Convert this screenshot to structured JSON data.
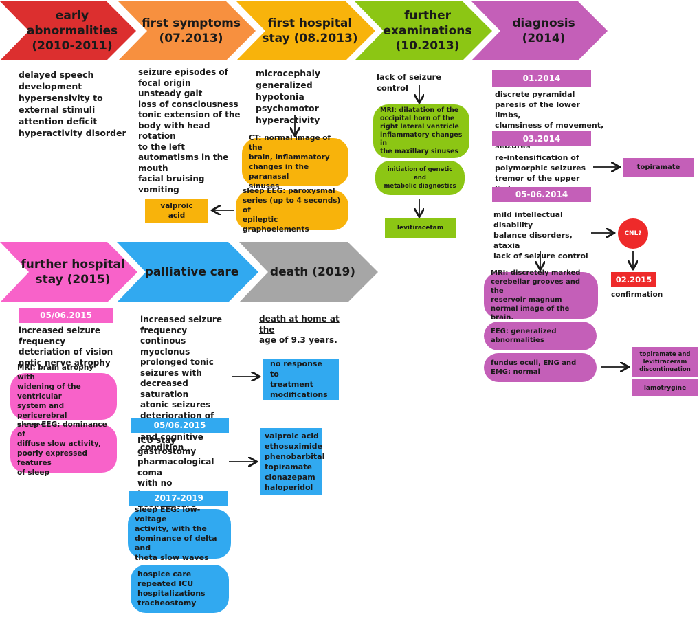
{
  "colors": {
    "red": "#dc2f2f",
    "orange": "#f7903f",
    "yellow": "#f8b30b",
    "green": "#8cc614",
    "purple": "#c45fb8",
    "pink": "#f862c9",
    "blue": "#31a9f0",
    "grey": "#a6a6a6",
    "box_yellow": "#f8b30b",
    "box_green": "#8cc614",
    "box_purple": "#c45fb8",
    "box_pink": "#f862c9",
    "box_blue": "#31a9f0",
    "cnl_red": "#ee2a2a"
  },
  "stages": {
    "early": "early abnormalities (2010-2011)",
    "first_symptoms": "first symptoms (07.2013)",
    "first_hospital": "first hospital stay (08.2013)",
    "further_exam": "further examinations (10.2013)",
    "diagnosis": "diagnosis (2014)",
    "further_hospital": "further hospital stay (2015)",
    "palliative": "palliative care",
    "death": "death (2019)"
  },
  "early": {
    "text": "delayed speech\ndevelopment\nhypersensivity to\nexternal stimuli\nattention deficit\nhyperactivity disorder"
  },
  "first_symptoms": {
    "text": "seizure episodes of\nfocal origin\nunsteady gait\nloss of consciousness\ntonic extension of the\nbody with head rotation\nto the left\nautomatisms in the\nmouth\nfacial bruising\nvomiting",
    "treatment": "valproic acid"
  },
  "first_hospital": {
    "text": "microcephaly\ngeneralized hypotonia\npsychomotor\nhyperactivity",
    "ct": "CT: normal image of the\nbrain, inflammatory\nchanges in the paranasal\nsinuses",
    "eeg": "sleep EEG: paroxysmal\nseries (up to 4 seconds) of\nepileptic graphoelements"
  },
  "further_exam": {
    "text": "lack of seizure control",
    "mri": "MRI: dilatation of the\noccipital horn of the\nright lateral ventricle\ninflammatory changes in\nthe maxillary sinuses",
    "genetic": "initiation of genetic and\nmetabolic diagnostics",
    "treatment": "levitiracetam"
  },
  "diagnosis": {
    "h1": "01.2014",
    "t1": "discrete pyramidal\nparesis of the lower limbs,\nclumsiness of movement,\n2-month break in seizures",
    "h2": "03.2014",
    "t2": "re-intensification of\npolymorphic seizures\ntremor of the upper limbs",
    "tx1": "topiramate",
    "h3": "05-06.2014",
    "t3": "mild intellectual disability\nbalance disorders,\nataxia\nlack of seizure control",
    "cnl": "CNL?",
    "confirm_date": "02.2015",
    "confirm": "confirmation",
    "mri": "MRI: discretely marked\ncerebellar grooves and the\nreservoir magnum\nnormal image of the brain.",
    "eeg": "EEG: generalized\nabnormalities",
    "fundus": "fundus oculi, ENG and\nEMG: normal",
    "tx2": "topiramate and\nlevitiraceram\ndiscontinuation",
    "tx3": "lamotrygine"
  },
  "further_hospital": {
    "h1": "05/06.2015",
    "text": "increased seizure\nfrequency\ndeteriation of vision\noptic nerve atrophy",
    "mri": "MRI: brain atrophy with\nwidening of the ventricular\nsystem and pericerebral\nspaces",
    "eeg": "sleep EEG: dominance of\ndiffuse slow activity,\npoorly expressed features\nof sleep"
  },
  "palliative": {
    "text": "increased seizure\nfrequency\ncontinous myoclonus\nprolonged tonic\nseizures with\ndecreased saturation\natonic seizures\ndeterioration of motor\nand cognitive condition",
    "no_response": "no response to\ntreatment\nmodifications",
    "h1": "05/06.2015",
    "t1": "ICU stay\ngastrostomy\npharmacological coma\nwith no improvement\nhospice care",
    "drugs": "valproic acid\nethosuximide\nphenobarbital\ntopiramate\nclonazepam\nhaloperidol",
    "h2": "2017-2019",
    "eeg": "sleep EEG: low-voltage\nactivity, with the\ndominance of delta and\ntheta slow waves",
    "hospice": "hospice care\nrepeated ICU\nhospitalizations\ntracheostomy"
  },
  "death": {
    "text": "death at home at the\nage of 9.3 years."
  }
}
